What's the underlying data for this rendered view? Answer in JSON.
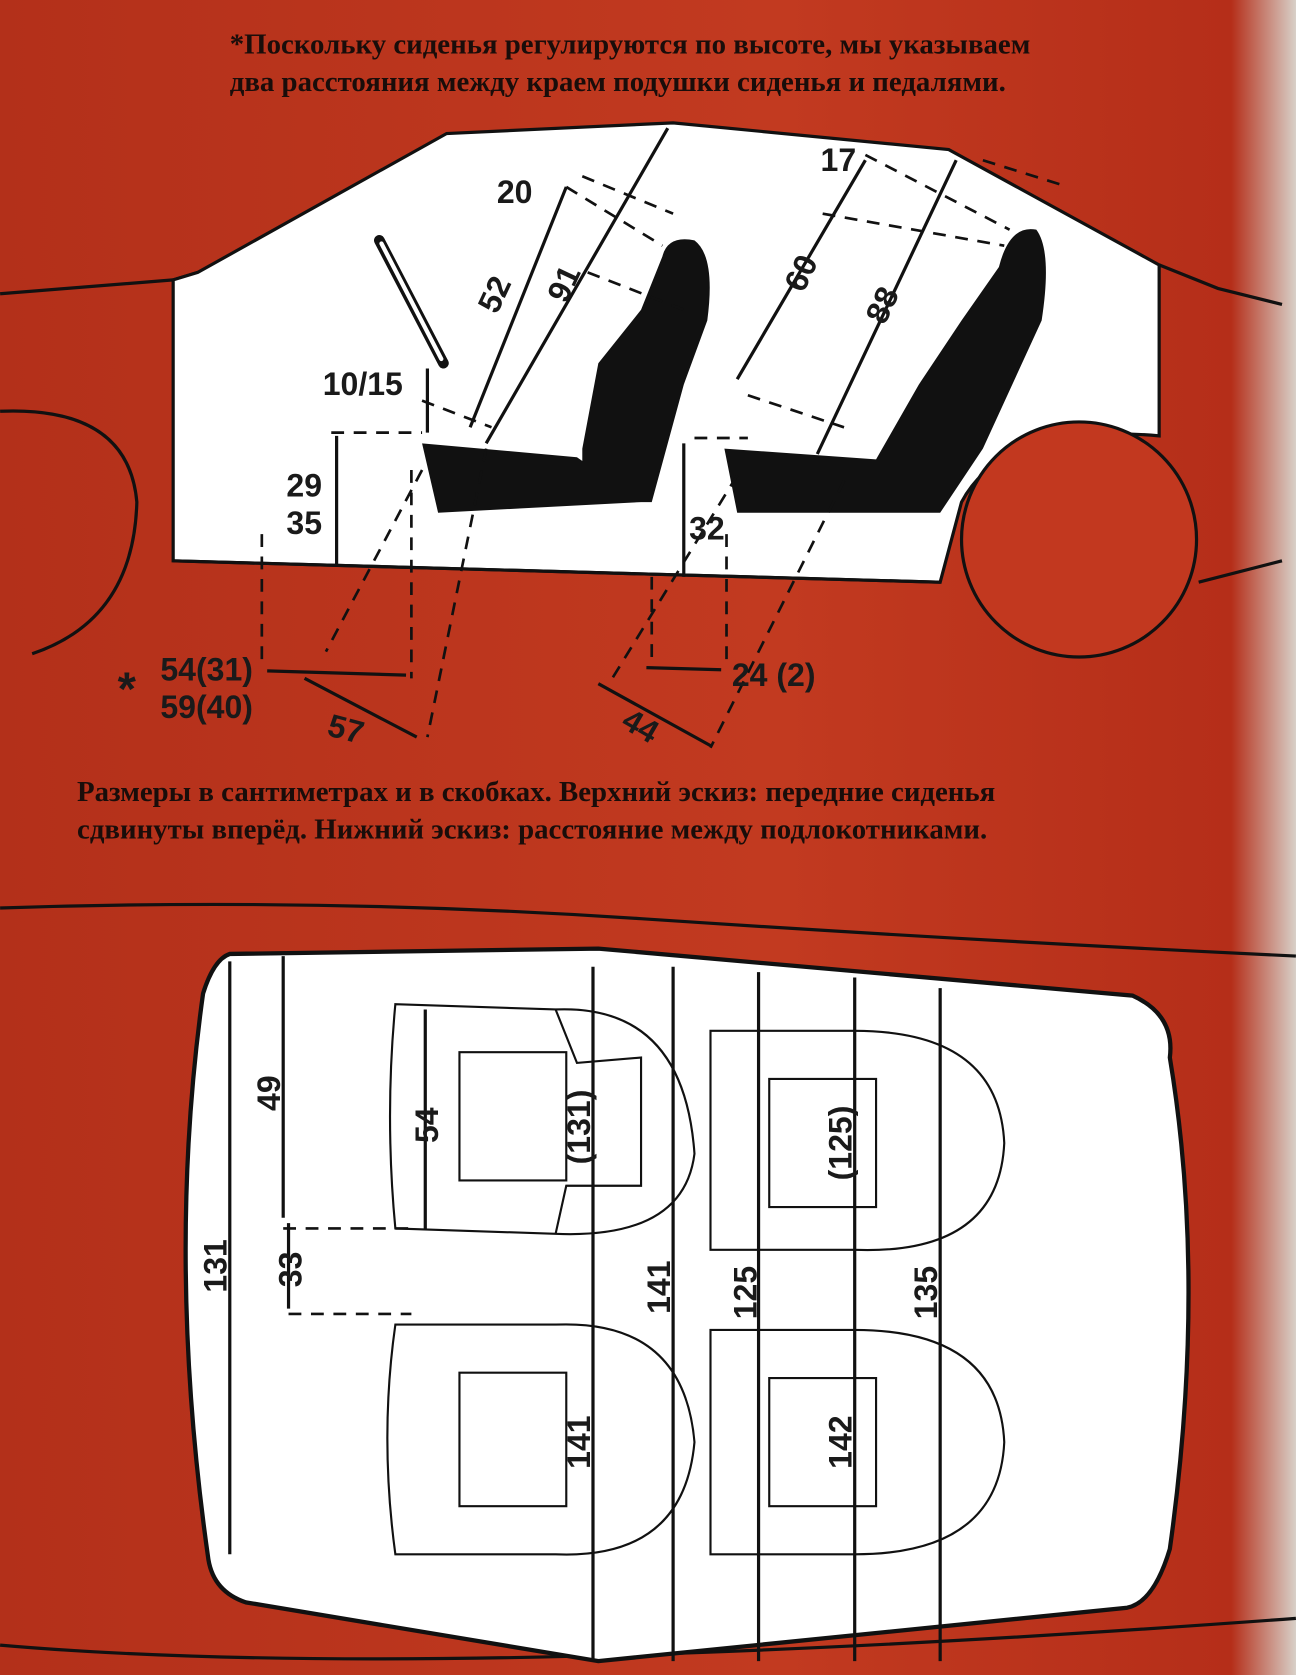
{
  "captions": {
    "top_line1": "*Поскольку сиденья регулируются по высоте, мы указываем",
    "top_line2": "два расстояния между краем подушки сиденья и педалями.",
    "mid_line1": "Размеры в сантиметрах и в скобках. Верхний эскиз: передние сиденья",
    "mid_line2": "сдвинуты вперёд. Нижний эскиз: расстояние между подлокотниками."
  },
  "side_view": {
    "d_20": "20",
    "d_52": "52",
    "d_91": "91",
    "d_10_15": "10/15",
    "d_29": "29",
    "d_35": "35",
    "asterisk": "*",
    "d_54_31": "54(31)",
    "d_59_40": "59(40)",
    "d_57": "57",
    "d_17": "17",
    "d_60": "60",
    "d_88": "88",
    "d_32": "32",
    "d_24_2": "24 (2)",
    "d_44": "44"
  },
  "top_view": {
    "d_131_total": "131",
    "d_49": "49",
    "d_54": "54",
    "d_131_arm": "(131)",
    "d_33": "33",
    "d_141_mid": "141",
    "d_125_mid": "125",
    "d_125_arm": "(125)",
    "d_135": "135",
    "d_141_rear": "141",
    "d_142": "142"
  },
  "colors": {
    "background": "#b8321c",
    "cabin": "#ffffff",
    "ink": "#111111"
  }
}
